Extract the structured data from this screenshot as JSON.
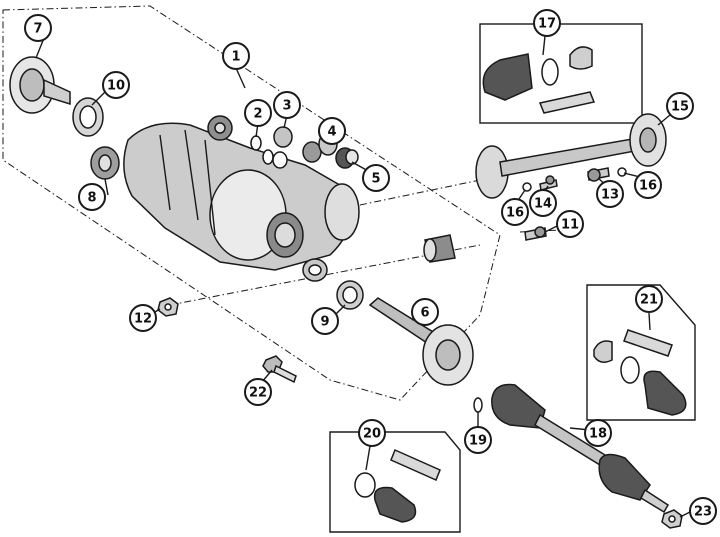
{
  "diagram": {
    "callouts": [
      {
        "id": "c1",
        "label": "1"
      },
      {
        "id": "c2",
        "label": "2"
      },
      {
        "id": "c3",
        "label": "3"
      },
      {
        "id": "c4",
        "label": "4"
      },
      {
        "id": "c5",
        "label": "5"
      },
      {
        "id": "c6",
        "label": "6"
      },
      {
        "id": "c7",
        "label": "7"
      },
      {
        "id": "c8",
        "label": "8"
      },
      {
        "id": "c9",
        "label": "9"
      },
      {
        "id": "c10",
        "label": "10"
      },
      {
        "id": "c11",
        "label": "11"
      },
      {
        "id": "c12",
        "label": "12"
      },
      {
        "id": "c13",
        "label": "13"
      },
      {
        "id": "c14",
        "label": "14"
      },
      {
        "id": "c15",
        "label": "15"
      },
      {
        "id": "c16a",
        "label": "16"
      },
      {
        "id": "c16b",
        "label": "16"
      },
      {
        "id": "c17",
        "label": "17"
      },
      {
        "id": "c18",
        "label": "18"
      },
      {
        "id": "c19",
        "label": "19"
      },
      {
        "id": "c20",
        "label": "20"
      },
      {
        "id": "c21",
        "label": "21"
      },
      {
        "id": "c22",
        "label": "22"
      },
      {
        "id": "c23",
        "label": "23"
      }
    ]
  }
}
